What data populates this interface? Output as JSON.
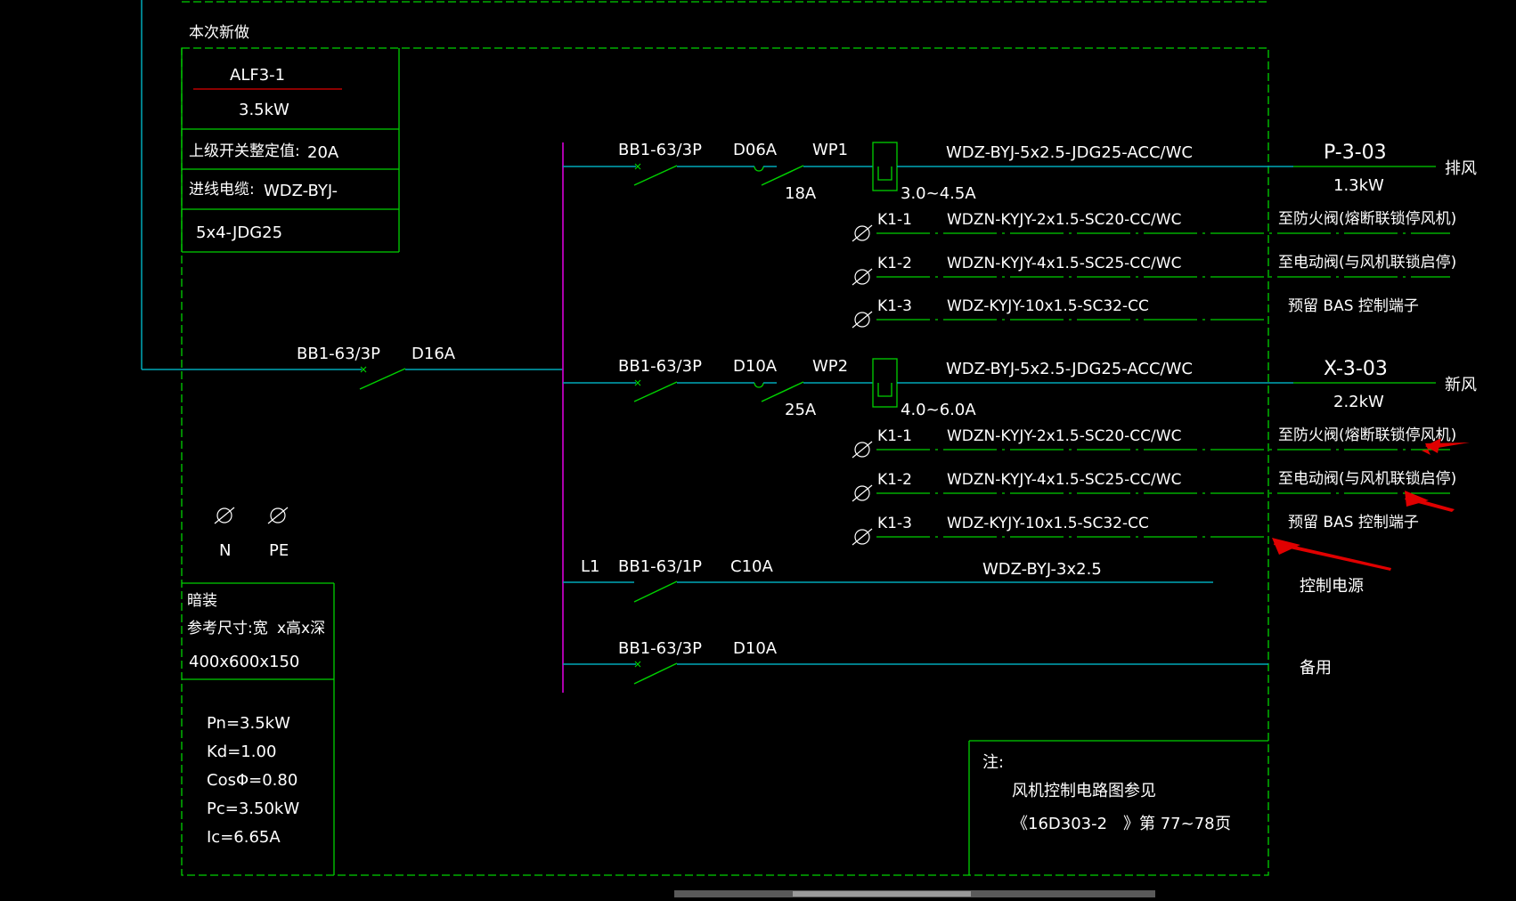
{
  "colors": {
    "green": "#00d000",
    "cyan": "#00a8b8",
    "magenta": "#c000c0",
    "red": "#e00000",
    "text": "#ffffff",
    "background": "#000000"
  },
  "header": {
    "note": "本次新做"
  },
  "panel_info": {
    "name": "ALF3-1",
    "power": "3.5kW",
    "upper_setting_label": "上级开关整定值:",
    "upper_setting_value": "20A",
    "cable_label": "进线电缆:",
    "cable_value": "WDZ-BYJ-",
    "cable_spec": "5x4-JDG25"
  },
  "incoming": {
    "breaker": "BB1-63/3P",
    "rating": "D16A"
  },
  "circuits": {
    "wp1": {
      "breaker": "BB1-63/3P",
      "rating": "D06A",
      "tag": "WP1",
      "relay": "18A",
      "cable": "WDZ-BYJ-5x2.5-JDG25-ACC/WC",
      "range": "3.0~4.5A",
      "load_name": "P-3-03",
      "load_power": "1.3kW",
      "load_type": "排风",
      "controls": [
        {
          "contact": "K1-1",
          "cable": "WDZN-KYJY-2x1.5-SC20-CC/WC",
          "dest": "至防火阀(熔断联锁停风机)"
        },
        {
          "contact": "K1-2",
          "cable": "WDZN-KYJY-4x1.5-SC25-CC/WC",
          "dest": "至电动阀(与风机联锁启停)"
        },
        {
          "contact": "K1-3",
          "cable": "WDZ-KYJY-10x1.5-SC32-CC",
          "dest": "预留 BAS 控制端子"
        }
      ]
    },
    "wp2": {
      "breaker": "BB1-63/3P",
      "rating": "D10A",
      "tag": "WP2",
      "relay": "25A",
      "cable": "WDZ-BYJ-5x2.5-JDG25-ACC/WC",
      "range": "4.0~6.0A",
      "load_name": "X-3-03",
      "load_power": "2.2kW",
      "load_type": "新风",
      "controls": [
        {
          "contact": "K1-1",
          "cable": "WDZN-KYJY-2x1.5-SC20-CC/WC",
          "dest": "至防火阀(熔断联锁停风机)"
        },
        {
          "contact": "K1-2",
          "cable": "WDZN-KYJY-4x1.5-SC25-CC/WC",
          "dest": "至电动阀(与风机联锁启停)"
        },
        {
          "contact": "K1-3",
          "cable": "WDZ-KYJY-10x1.5-SC32-CC",
          "dest": "预留 BAS 控制端子"
        }
      ]
    },
    "l1": {
      "phase": "L1",
      "breaker": "BB1-63/1P",
      "rating": "C10A",
      "cable": "WDZ-BYJ-3x2.5",
      "dest": "控制电源"
    },
    "spare": {
      "breaker": "BB1-63/3P",
      "rating": "D10A",
      "dest": "备用"
    }
  },
  "terminals": {
    "n": "N",
    "pe": "PE"
  },
  "enclosure": {
    "mount": "暗装",
    "size_label": "参考尺寸:宽",
    "size_label2": "x高x深",
    "size_value": "400x600x150"
  },
  "load_calc": {
    "pn": "Pn=3.5kW",
    "kd": "Kd=1.00",
    "cos": "CosΦ=0.80",
    "pc": "Pc=3.50kW",
    "ic": "Ic=6.65A"
  },
  "note": {
    "title": "注:",
    "line1": "风机控制电路图参见",
    "line2_a": "《16D303-2",
    "line2_b": "》第 77~78",
    "line2_c": "页"
  },
  "annotations": {
    "arrow_count": 3
  }
}
